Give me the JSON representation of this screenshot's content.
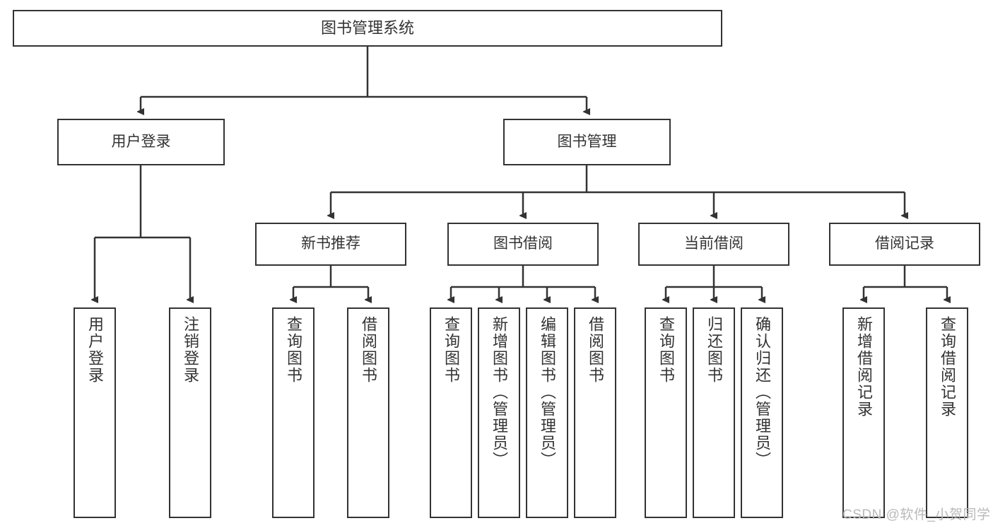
{
  "diagram": {
    "title": "图书管理系统",
    "type": "tree-hierarchy",
    "colors": {
      "box_border": "#333333",
      "box_fill": "#ffffff",
      "text": "#333333",
      "edge": "#333333",
      "watermark": "#b9b9b9",
      "background": "#ffffff"
    },
    "root": {
      "label": "图书管理系统"
    },
    "level1": [
      {
        "label": "用户登录"
      },
      {
        "label": "图书管理"
      }
    ],
    "level2": [
      {
        "label": "新书推荐"
      },
      {
        "label": "图书借阅"
      },
      {
        "label": "当前借阅"
      },
      {
        "label": "借阅记录"
      }
    ],
    "leaves": {
      "user_login": [
        {
          "label": "用户登录"
        },
        {
          "label": "注销登录"
        }
      ],
      "new_book_recommend": [
        {
          "label": "查询图书"
        },
        {
          "label": "借阅图书"
        }
      ],
      "book_borrow": [
        {
          "label": "查询图书"
        },
        {
          "label": "新增图书（管理员）"
        },
        {
          "label": "编辑图书（管理员）"
        },
        {
          "label": "借阅图书"
        }
      ],
      "current_borrow": [
        {
          "label": "查询图书"
        },
        {
          "label": "归还图书"
        },
        {
          "label": "确认归还（管理员）"
        }
      ],
      "borrow_records": [
        {
          "label": "新增借阅记录"
        },
        {
          "label": "查询借阅记录"
        }
      ]
    },
    "watermark": "CSDN @软件_小贺同学"
  }
}
